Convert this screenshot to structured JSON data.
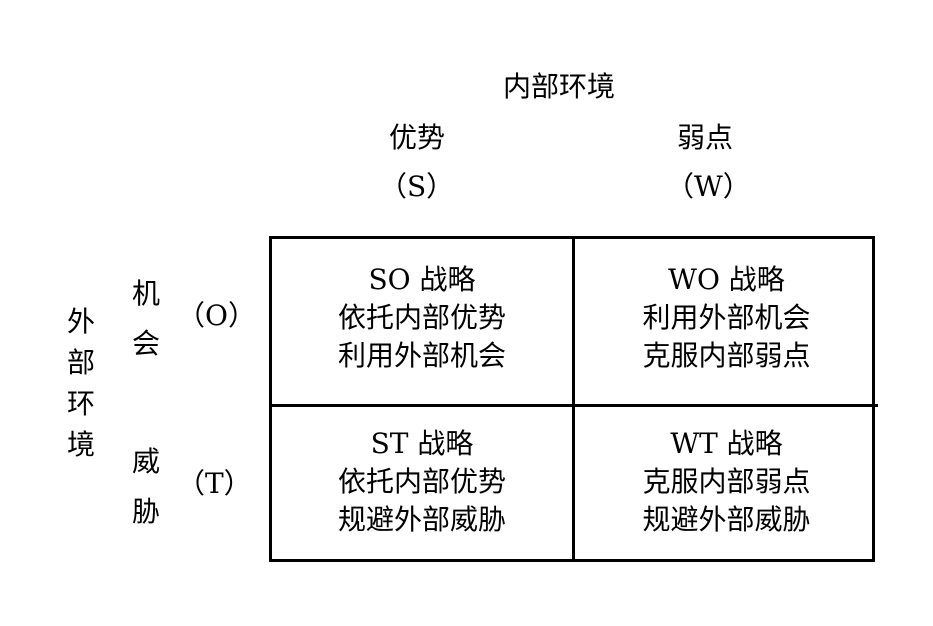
{
  "header": {
    "internal_env": "内部环境",
    "strengths": "优势",
    "strengths_code": "（S）",
    "weaknesses": "弱点",
    "weaknesses_code": "（W）"
  },
  "side": {
    "external_env": [
      "外",
      "部",
      "环",
      "境"
    ],
    "opportunities": [
      "机",
      "会"
    ],
    "opportunities_code": "（O）",
    "threats": [
      "威",
      "胁"
    ],
    "threats_code": "（T）"
  },
  "matrix": {
    "so": {
      "title": "SO 战略",
      "line1": "依托内部优势",
      "line2": "利用外部机会"
    },
    "wo": {
      "title": "WO 战略",
      "line1": "利用外部机会",
      "line2": "克服内部弱点"
    },
    "st": {
      "title": "ST 战略",
      "line1": "依托内部优势",
      "line2": "规避外部威胁"
    },
    "wt": {
      "title": "WT 战略",
      "line1": "克服内部弱点",
      "line2": "规避外部威胁"
    }
  },
  "colors": {
    "line": "#000000",
    "text": "#000000",
    "background": "#ffffff"
  }
}
